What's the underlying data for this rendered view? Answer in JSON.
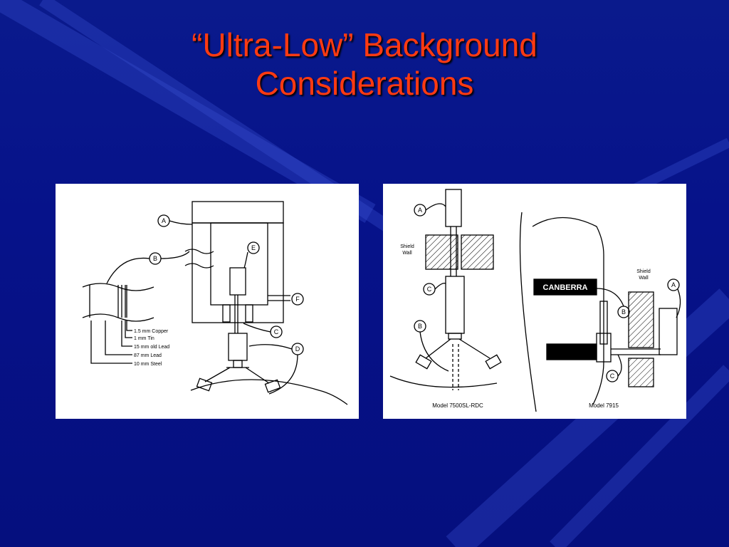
{
  "slide": {
    "title_line1": "“Ultra-Low” Background",
    "title_line2": "Considerations"
  },
  "left_figure": {
    "callouts": [
      "A",
      "B",
      "C",
      "D",
      "E",
      "F"
    ],
    "layers": [
      "1.5 mm Copper",
      "1 mm Tin",
      "15 mm old Lead",
      "87 mm Lead",
      "10 mm Steel"
    ]
  },
  "right_figure": {
    "callouts_left": [
      "A",
      "C",
      "B"
    ],
    "callouts_right": [
      "A",
      "B",
      "C"
    ],
    "shield_label_line1": "Shield",
    "shield_label_line2": "Wall",
    "brand": "CANBERRA",
    "model_left": "Model 7500SL-RDC",
    "model_right": "Model 7915"
  },
  "colors": {
    "background": "#0a1a8c",
    "title": "#ff3a12"
  }
}
